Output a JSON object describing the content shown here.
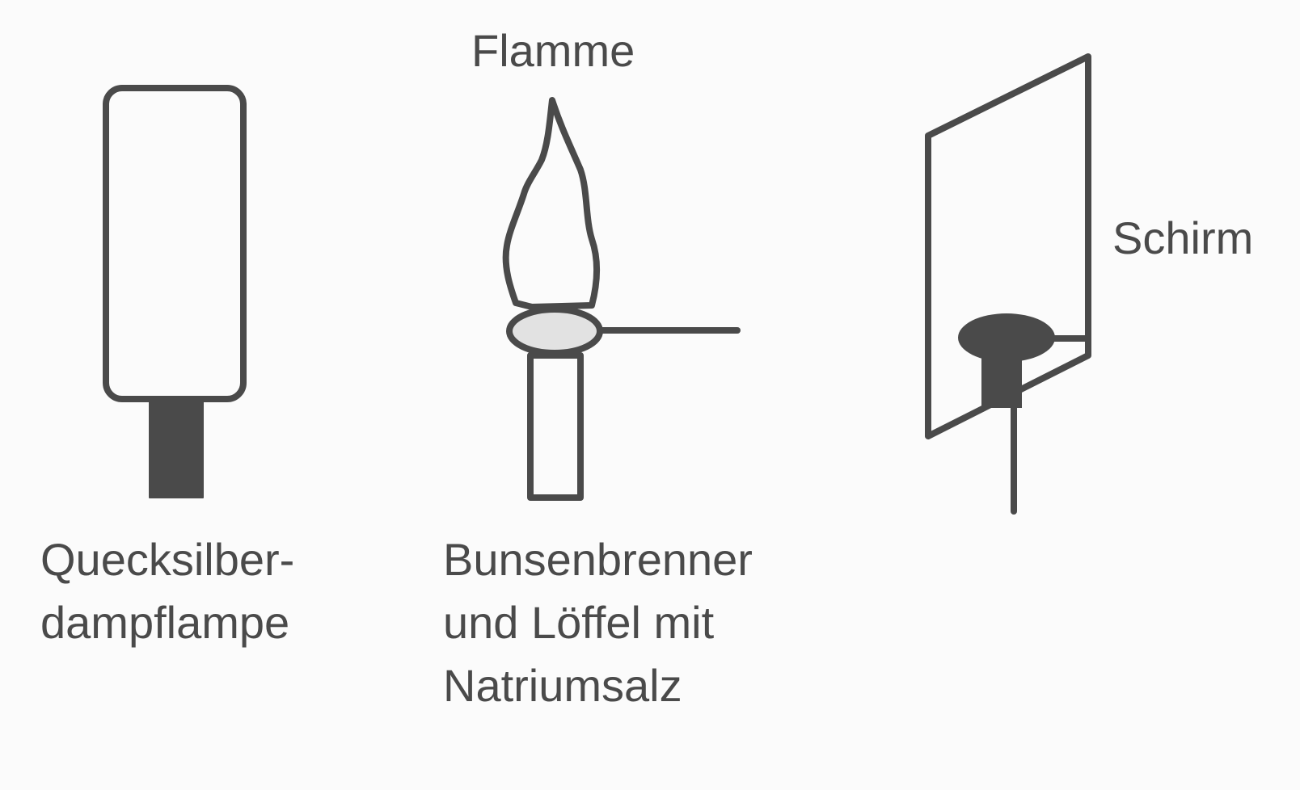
{
  "diagram": {
    "colors": {
      "stroke": "#4a4a4a",
      "dark_fill": "#4a4a4a",
      "spoon_fill": "#e2e2e2",
      "background": "#fbfbfb",
      "text": "#4a4a4a"
    },
    "labels": {
      "flame": "Flamme",
      "lamp_line1": "Quecksilber-",
      "lamp_line2": "dampflampe",
      "burner_line1": "Bunsenbrenner",
      "burner_line2": "und Löffel mit",
      "burner_line3": "Natriumsalz",
      "screen": "Schirm"
    }
  }
}
